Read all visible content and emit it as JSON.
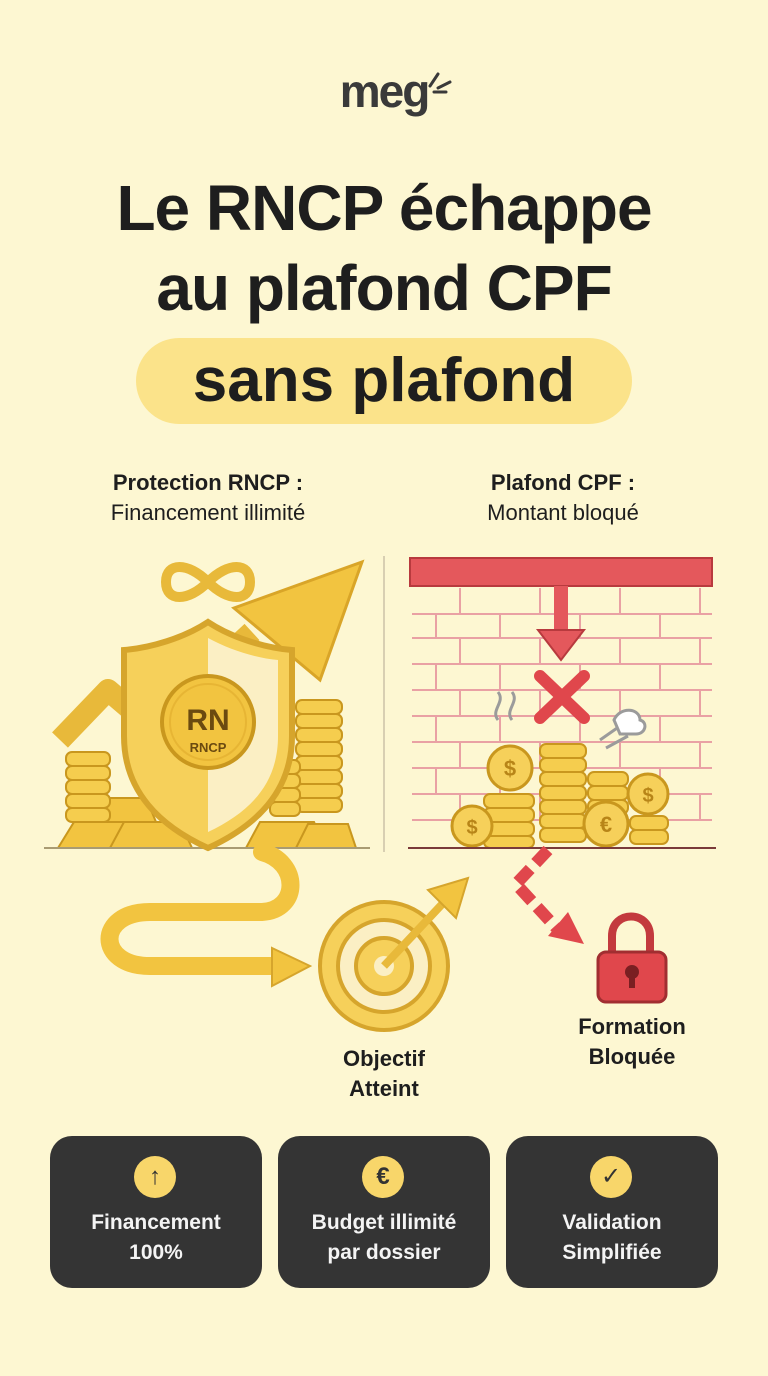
{
  "brand": {
    "logo": "meg"
  },
  "headline": {
    "line1": "Le RNCP échappe",
    "line2": "au plafond CPF",
    "highlight": "sans plafond"
  },
  "left_panel": {
    "heading": "Protection RNCP :",
    "subheading": "Financement illimité",
    "badge_text": "RNCP",
    "badge_mark": "RN",
    "outcome": [
      "Objectif",
      "Atteint"
    ]
  },
  "right_panel": {
    "heading": "Plafond CPF :",
    "subheading": "Montant bloqué",
    "outcome": [
      "Formation",
      "Bloquée"
    ]
  },
  "cards": [
    {
      "icon": "arrow-up-icon",
      "symbol": "↑",
      "line1": "Financement",
      "line2": "100%"
    },
    {
      "icon": "euro-icon",
      "symbol": "€",
      "line1": "Budget illimité",
      "line2": "par dossier"
    },
    {
      "icon": "check-icon",
      "symbol": "✓",
      "line1": "Validation",
      "line2": "Simplifiée"
    }
  ],
  "colors": {
    "background": "#FDF7D2",
    "highlight": "#FBE38A",
    "gold": "#F2C440",
    "red": "#E0474C",
    "card": "#343434"
  }
}
